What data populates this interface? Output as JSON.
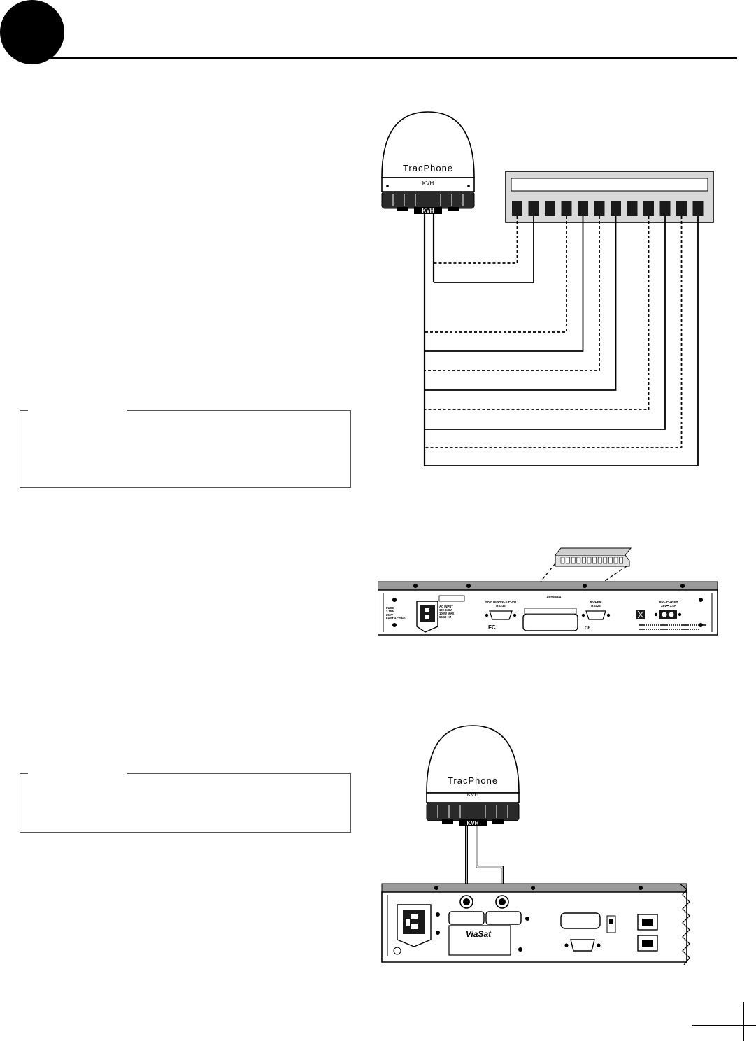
{
  "dome_brand": "TracPhone",
  "dome_maker": "KVH",
  "rear_panel_kvh": {
    "fuse_label": [
      "FUSE",
      "3.15A",
      "250V~",
      "FAST ACTING"
    ],
    "ac_input_label": [
      "AC INPUT",
      "100-240V~",
      "100W MAX",
      "50/60 HZ"
    ],
    "maintenance_port_label": [
      "MAINTENANCE PORT",
      "RS232"
    ],
    "antenna_label": "ANTENNA",
    "modem_label": [
      "MODEM",
      "RS423"
    ],
    "dc_power_label": [
      "BUC POWER",
      "28V⎓ 3.4A"
    ]
  },
  "modem": {
    "brand": "ViaSat"
  }
}
